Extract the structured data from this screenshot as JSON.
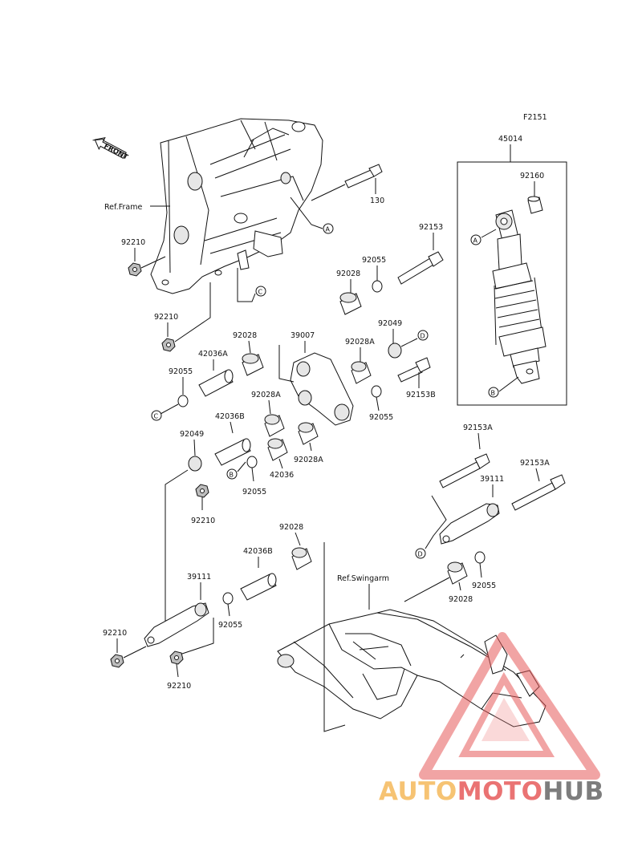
{
  "diagram": {
    "code": "F2151",
    "front_label": "FRONT",
    "refs": {
      "frame": "Ref.Frame",
      "swingarm": "Ref.Swingarm"
    },
    "markers": {
      "a": "A",
      "b": "B",
      "c": "C",
      "d": "D"
    },
    "parts": {
      "p45014": "45014",
      "p92160": "92160",
      "p130": "130",
      "p92153": "92153",
      "p92210_a": "92210",
      "p92210_b": "92210",
      "p92055_a": "92055",
      "p92028_a": "92028",
      "p92028_b": "92028",
      "p39007": "39007",
      "p92049_a": "92049",
      "p92028A_a": "92028A",
      "p42036A": "42036A",
      "p92055_b": "92055",
      "p92153B": "92153B",
      "p92028A_b": "92028A",
      "p92055_c": "92055",
      "p42036B_a": "42036B",
      "p92049_b": "92049",
      "p92028A_c": "92028A",
      "p92055_d": "92055",
      "p42036": "42036",
      "p92210_c": "92210",
      "p92153A_a": "92153A",
      "p92153A_b": "92153A",
      "p39111_a": "39111",
      "p92028_c": "92028",
      "p42036B_b": "42036B",
      "p39111_b": "39111",
      "p92055_e": "92055",
      "p92210_d": "92210",
      "p92210_e": "92210",
      "p92055_f": "92055",
      "p92028_d": "92028"
    }
  },
  "watermark": {
    "part1": "AUTO",
    "part2": "MOTO",
    "part3": "HUB"
  },
  "colors": {
    "watermark_orange": "#f5b85a",
    "watermark_red": "#e65a5a",
    "watermark_gray": "#666666"
  }
}
